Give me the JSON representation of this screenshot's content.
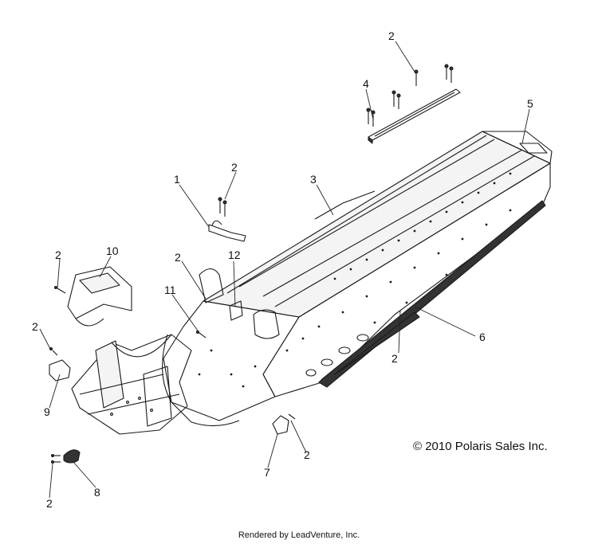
{
  "callouts": {
    "c1": "1",
    "c2_a": "2",
    "c2_b": "2",
    "c2_c": "2",
    "c2_d": "2",
    "c2_e": "2",
    "c2_f": "2",
    "c2_g": "2",
    "c2_h": "2",
    "c3": "3",
    "c4": "4",
    "c5": "5",
    "c6": "6",
    "c7": "7",
    "c8": "8",
    "c9": "9",
    "c10": "10",
    "c11": "11",
    "c12": "12"
  },
  "copyright": "© 2010 Polaris Sales Inc.",
  "footer": "Rendered by LeadVenture, Inc."
}
